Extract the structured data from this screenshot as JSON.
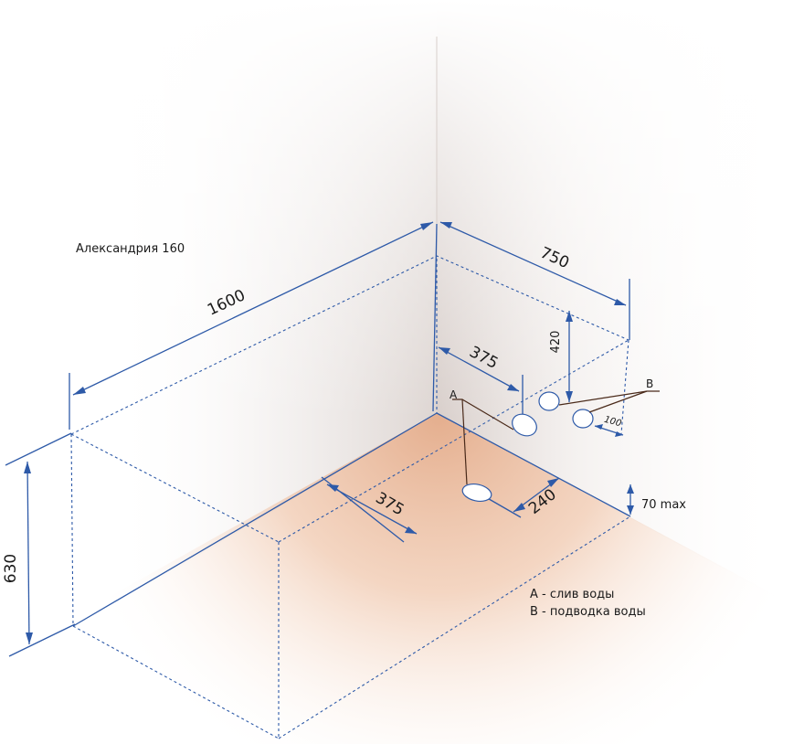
{
  "title": "Александрия 160",
  "dimensions": {
    "length": "1600",
    "width": "750",
    "height": "630",
    "drain_from_wall": "375",
    "drain_along": "375",
    "drain_offset": "240",
    "supply_height": "420",
    "supply_spacing": "100",
    "floor_gap": "70 max"
  },
  "markers": {
    "a": "A",
    "b": "B"
  },
  "legend": {
    "a": "A - слив воды",
    "b": "B - подводка воды"
  },
  "colors": {
    "line": "#2e5aa8",
    "leader": "#4a2a1a",
    "floor_glow": "#e8b89a",
    "wall_shade": "#d8d0cc"
  }
}
